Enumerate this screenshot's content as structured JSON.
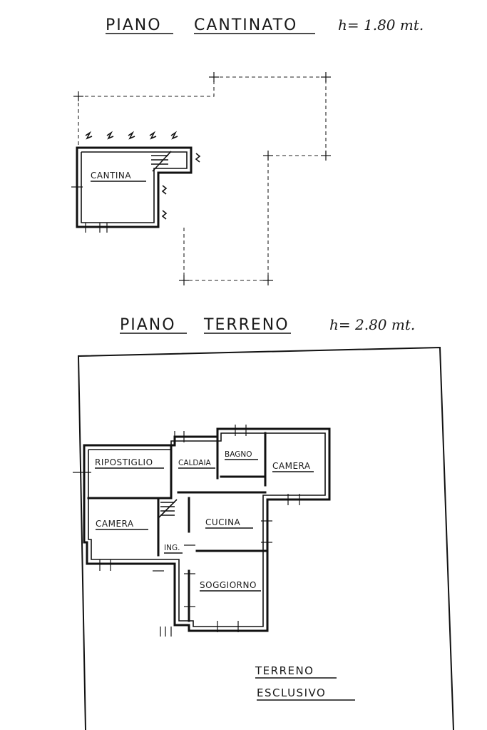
{
  "basement": {
    "title_left": "PIANO",
    "title_right": "CANTINATO",
    "height": "h= 1.80 mt.",
    "rooms": {
      "cantina": "CANTINA"
    }
  },
  "ground": {
    "title_left": "PIANO",
    "title_right": "TERRENO",
    "height": "h= 2.80 mt.",
    "rooms": {
      "ripostiglio": "RIPOSTIGLIO",
      "caldaia": "CALDAIA",
      "bagno": "BAGNO",
      "camera_right": "CAMERA",
      "camera_left": "CAMERA",
      "cucina": "CUCINA",
      "ingresso": "ING.",
      "soggiorno": "SOGGIORNO"
    }
  },
  "terrain": {
    "line1": "TERRENO",
    "line2": "ESCLUSIVO"
  }
}
